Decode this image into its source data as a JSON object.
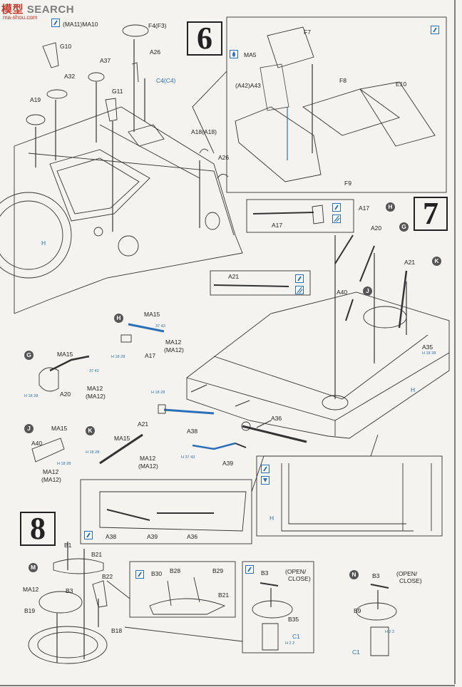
{
  "watermark": {
    "brand": "模型",
    "site": "SEARCH",
    "url": "ma-shou.com"
  },
  "steps": {
    "s6": "6",
    "s7": "7",
    "s8": "8"
  },
  "labels": {
    "ma11_ma10": "(MA11)MA10",
    "f4": "F4(F3)",
    "g10": "G10",
    "a37": "A37",
    "a26a": "A26",
    "a32": "A32",
    "c4": "C4(C4)",
    "a19": "A19",
    "g11": "G11",
    "a18": "A18(A18)",
    "a26b": "A26",
    "h1": "H",
    "f7": "F7",
    "ma5": "MA5",
    "a42": "(A42)A43",
    "f8": "F8",
    "e10": "E10",
    "f9": "F9",
    "a17a": "A17",
    "a17b": "A17",
    "a20": "A20",
    "a21a": "A21",
    "a21b": "A21",
    "a40": "A40",
    "a35": "A35",
    "h2": "H",
    "ma15a": "MA15",
    "ma12a": "MA12",
    "ma12a2": "(MA12)",
    "a17c": "A17",
    "ma15b": "MA15",
    "ma12b": "MA12",
    "ma12b2": "(MA12)",
    "a20b": "A20",
    "a38": "A38",
    "a36": "A36",
    "a39": "A39",
    "ma15c": "MA15",
    "a40b": "A40",
    "ma12c": "MA12",
    "ma12c2": "(MA12)",
    "a21c": "A21",
    "ma15d": "MA15",
    "ma12d": "MA12",
    "ma12d2": "(MA12)",
    "a38b": "A38",
    "a39b": "A39",
    "a36b": "A36",
    "h3": "H",
    "b1": "B1",
    "b21": "B21",
    "b22": "B22",
    "ma12e": "MA12",
    "b3": "B3",
    "b19": "B19",
    "b18": "B18",
    "b30": "B30",
    "b28": "B28",
    "b29": "B29",
    "b21b": "B21",
    "b3b": "B3",
    "open1": "(OPEN/",
    "close1": "CLOSE)",
    "b35": "B35",
    "c1": "C1",
    "b3c": "B3",
    "open2": "(OPEN/",
    "close2": "CLOSE)",
    "b9": "B9",
    "c1b": "C1"
  },
  "callouts": {
    "H": "H",
    "G": "G",
    "J": "J",
    "K": "K",
    "M": "M",
    "N": "N"
  },
  "color_codes": {
    "t1": "37 43",
    "t2": "H 18 28",
    "t3": "37 42",
    "t4": "H 18 28",
    "t5": "H 18 28",
    "t6": "H 37 43",
    "t7": "H 18 28",
    "t8": "H 18 28",
    "t9": "H 2 2",
    "t10": "H 2 2"
  },
  "colors": {
    "accent_blue": "#2a6fb8",
    "ink": "#222222",
    "paper": "#f4f3ef",
    "watermark_red": "#c8362a"
  }
}
